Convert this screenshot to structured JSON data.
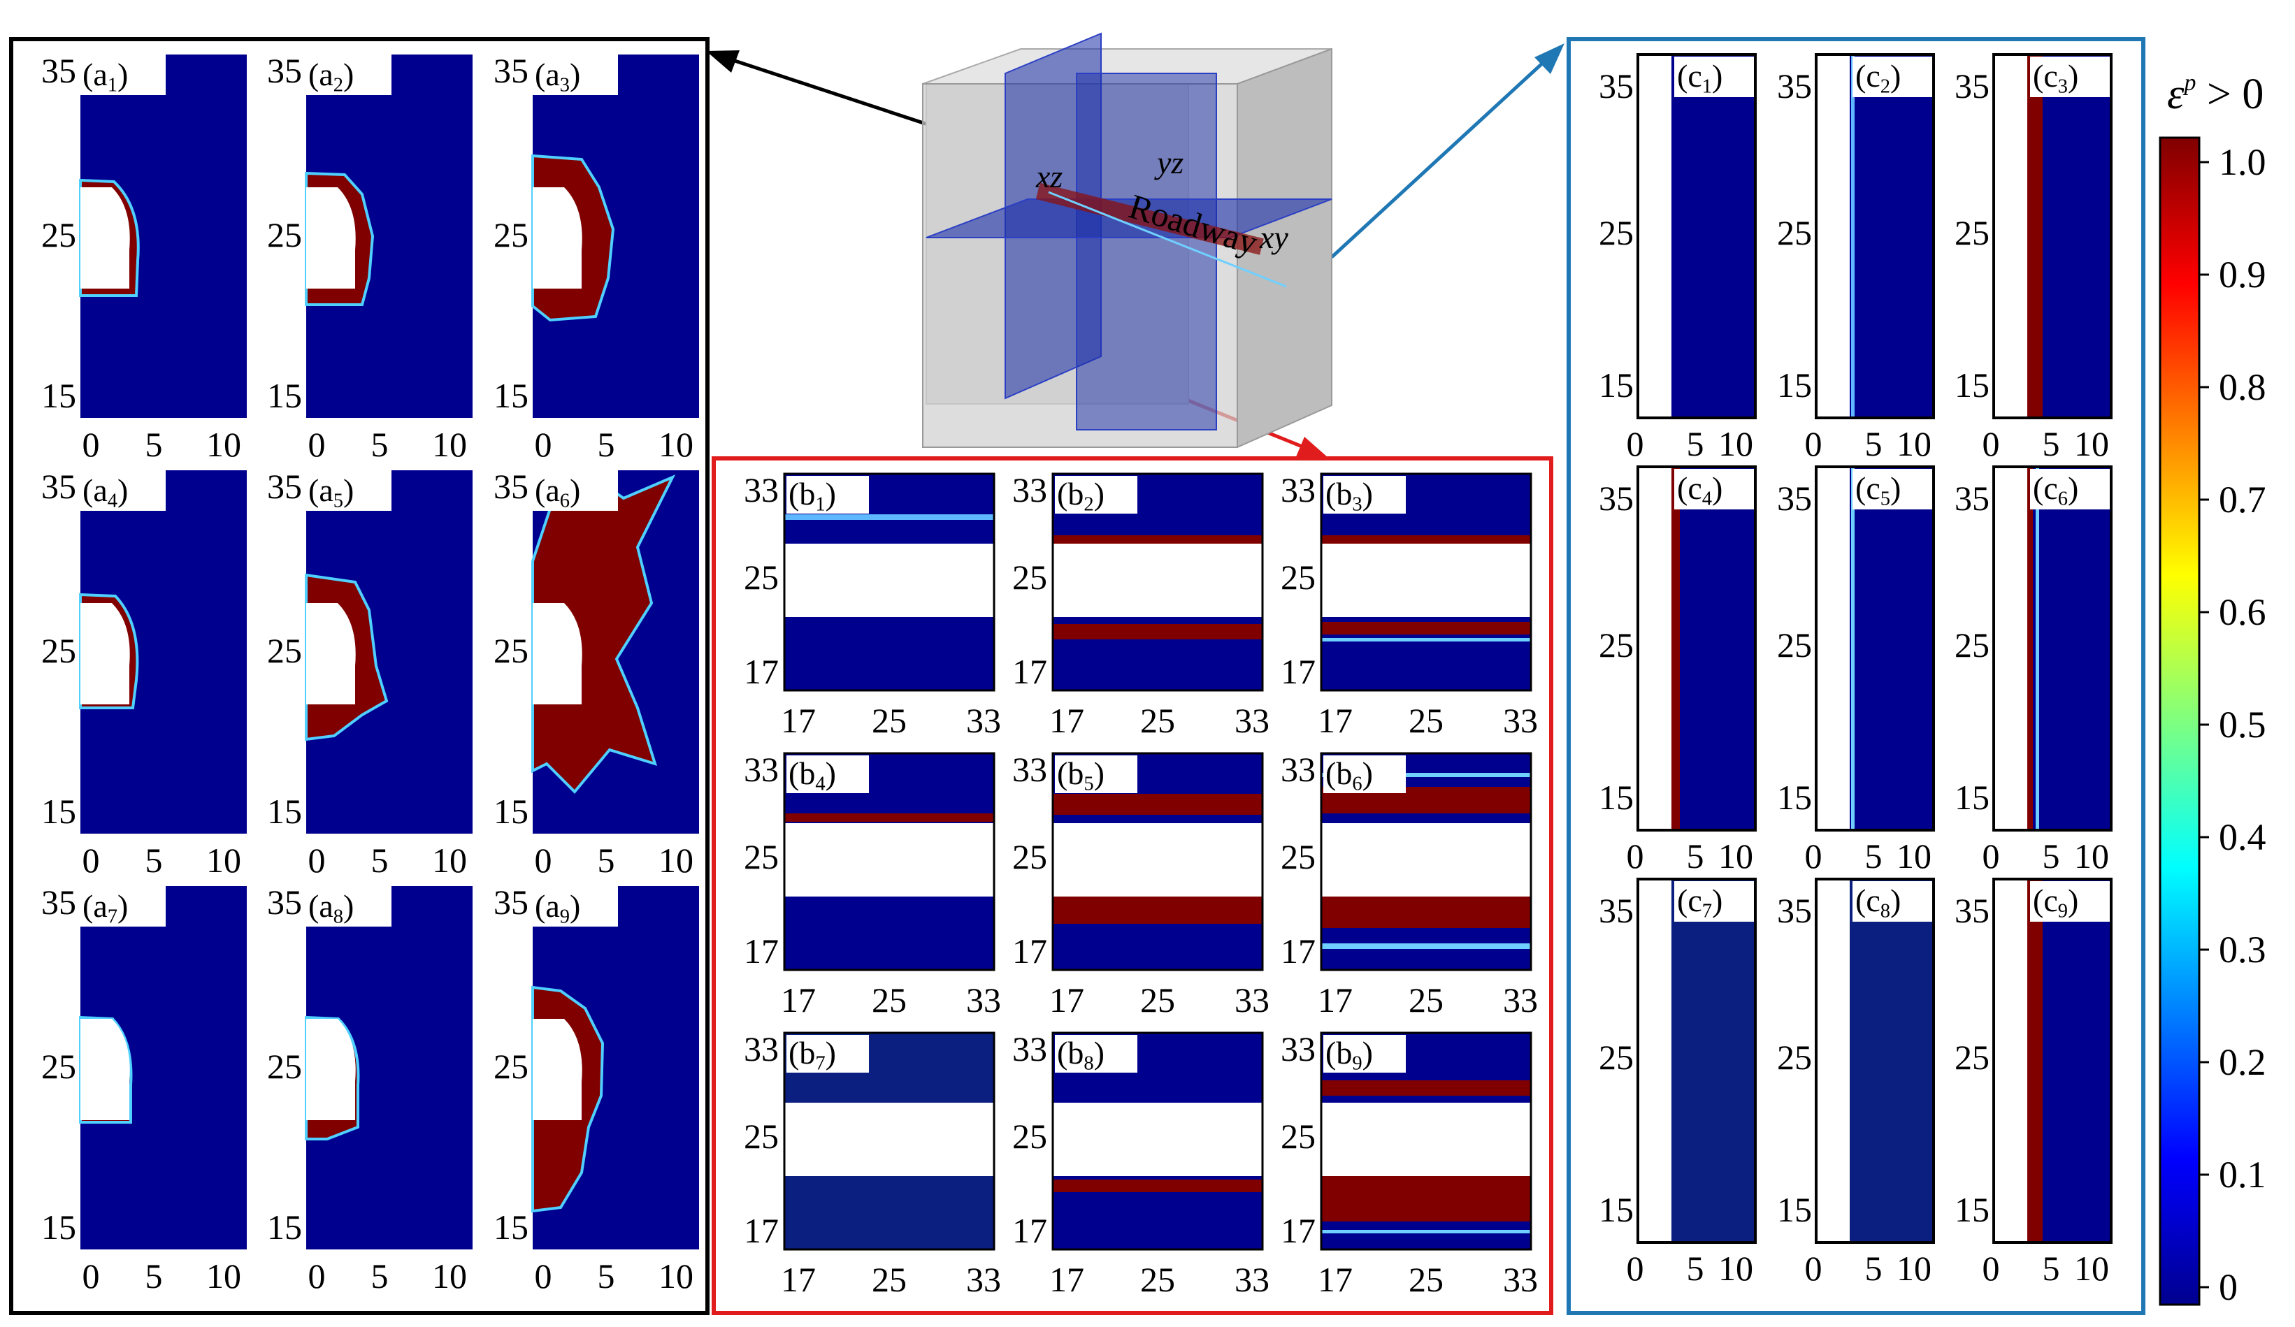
{
  "figure": {
    "group_a": {
      "panels": [
        {
          "label": "(a",
          "sub": "1"
        },
        {
          "label": "(a",
          "sub": "2"
        },
        {
          "label": "(a",
          "sub": "3"
        },
        {
          "label": "(a",
          "sub": "4"
        },
        {
          "label": "(a",
          "sub": "5"
        },
        {
          "label": "(a",
          "sub": "6"
        },
        {
          "label": "(a",
          "sub": "7"
        },
        {
          "label": "(a",
          "sub": "8"
        },
        {
          "label": "(a",
          "sub": "9"
        }
      ],
      "y_ticks": [
        "35",
        "25",
        "15"
      ],
      "x_ticks": [
        "0",
        "5",
        "10"
      ],
      "frame_color": "#000000"
    },
    "group_b": {
      "panels": [
        {
          "label": "(b",
          "sub": "1"
        },
        {
          "label": "(b",
          "sub": "2"
        },
        {
          "label": "(b",
          "sub": "3"
        },
        {
          "label": "(b",
          "sub": "4"
        },
        {
          "label": "(b",
          "sub": "5"
        },
        {
          "label": "(b",
          "sub": "6"
        },
        {
          "label": "(b",
          "sub": "7"
        },
        {
          "label": "(b",
          "sub": "8"
        },
        {
          "label": "(b",
          "sub": "9"
        }
      ],
      "y_ticks": [
        "33",
        "25",
        "17"
      ],
      "x_ticks": [
        "17",
        "25",
        "33"
      ],
      "frame_color": "#e01c1c"
    },
    "group_c": {
      "panels": [
        {
          "label": "(c",
          "sub": "1"
        },
        {
          "label": "(c",
          "sub": "2"
        },
        {
          "label": "(c",
          "sub": "3"
        },
        {
          "label": "(c",
          "sub": "4"
        },
        {
          "label": "(c",
          "sub": "5"
        },
        {
          "label": "(c",
          "sub": "6"
        },
        {
          "label": "(c",
          "sub": "7"
        },
        {
          "label": "(c",
          "sub": "8"
        },
        {
          "label": "(c",
          "sub": "9"
        }
      ],
      "y_ticks": [
        "35",
        "25",
        "15"
      ],
      "x_ticks": [
        "0",
        "5",
        "10"
      ],
      "frame_color": "#1f77b4"
    },
    "cube": {
      "plane_labels": [
        "xz",
        "yz",
        "xy"
      ],
      "roadway_label": "Roadway",
      "label_color": "#22cc22"
    },
    "colorbar": {
      "title": "ε",
      "title_sup": "p",
      "title_rest": " > 0",
      "ticks": [
        "1.0",
        "0.9",
        "0.8",
        "0.7",
        "0.6",
        "0.5",
        "0.4",
        "0.3",
        "0.2",
        "0.1",
        "0"
      ]
    },
    "colors": {
      "field": "#00008f",
      "field_light": "#0a1f80",
      "plastic": "#800000",
      "void": "#ffffff"
    }
  }
}
